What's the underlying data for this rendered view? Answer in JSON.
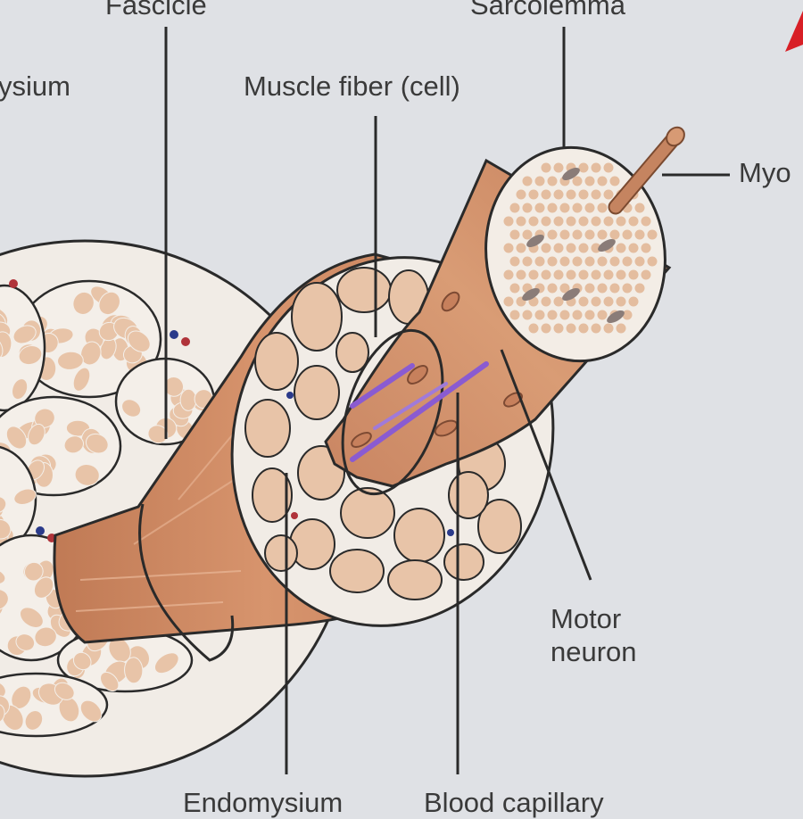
{
  "labels": {
    "fascicle": "Fascicle",
    "perimysium": "ysium",
    "sarcolemma": "Sarcolemma",
    "muscle_fiber": "Muscle fiber (cell)",
    "myofibril": "Myo",
    "motor_neuron": "Motor\nneuron",
    "endomysium": "Endomysium",
    "blood_capillary": "Blood capillary"
  },
  "colors": {
    "background": "#dfe1e5",
    "fiber_fill": "#e8c4a8",
    "fascicle_muscle": "#cd8a65",
    "connective_tissue": "#f1ece6",
    "outline": "#2a2a2a",
    "motor_neuron": "#8a5bd1",
    "blood_capillary_red": "#b0333a",
    "blood_capillary_blue": "#2a3a8a",
    "myofibril_rod": "#c58460",
    "accent_arrow": "#d81f26"
  }
}
